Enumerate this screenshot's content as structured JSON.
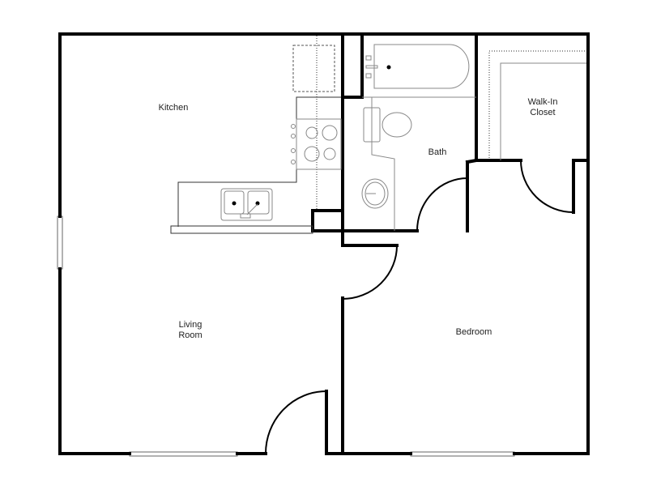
{
  "rooms": {
    "kitchen": "Kitchen",
    "bath": "Bath",
    "closet_line1": "Walk-In",
    "closet_line2": "Closet",
    "living_line1": "Living",
    "living_line2": "Room",
    "bedroom": "Bedroom"
  },
  "colors": {
    "wall": "#000000",
    "fixture": "#333333",
    "window": "#888888"
  }
}
